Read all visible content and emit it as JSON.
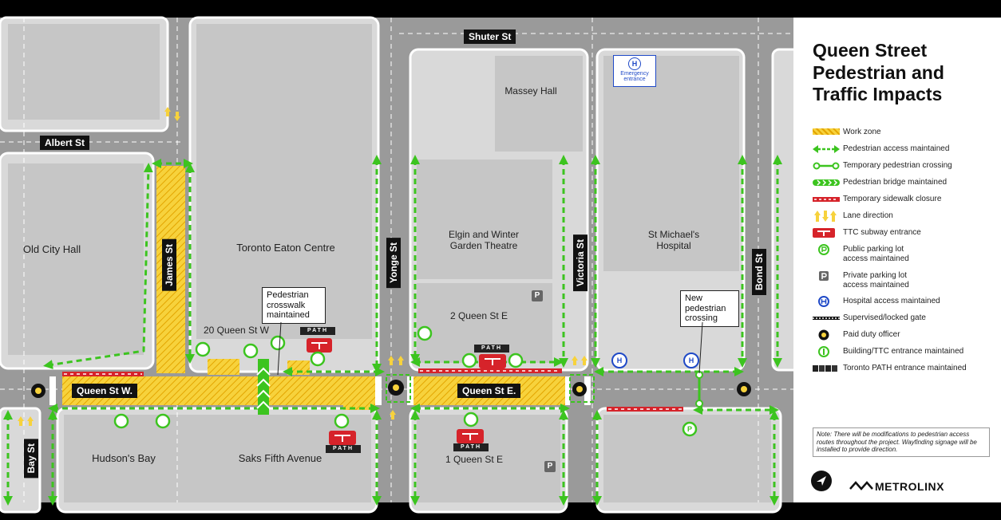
{
  "legend": {
    "title": "Queen Street Pedestrian and Traffic Impacts",
    "items": [
      {
        "label": "Work zone",
        "symbol": "work-zone"
      },
      {
        "label": "Pedestrian access maintained",
        "symbol": "ped-access"
      },
      {
        "label": "Temporary pedestrian crossing",
        "symbol": "temp-crossing"
      },
      {
        "label": "Pedestrian bridge maintained",
        "symbol": "ped-bridge"
      },
      {
        "label": "Temporary sidewalk closure",
        "symbol": "sidewalk-closure"
      },
      {
        "label": "Lane direction",
        "symbol": "lane-direction"
      },
      {
        "label": "TTC subway entrance",
        "symbol": "ttc-entrance"
      },
      {
        "label": "Public parking lot access maintained",
        "symbol": "public-parking"
      },
      {
        "label": "Private parking lot access maintained",
        "symbol": "private-parking"
      },
      {
        "label": "Hospital access maintained",
        "symbol": "hospital"
      },
      {
        "label": "Supervised/locked gate",
        "symbol": "gate"
      },
      {
        "label": "Paid duty officer",
        "symbol": "officer"
      },
      {
        "label": "Building/TTC entrance maintained",
        "symbol": "building-entrance"
      },
      {
        "label": "Toronto PATH entrance maintained",
        "symbol": "path-entrance"
      }
    ],
    "note": "Note: There will be modifications to pedestrian access routes throughout the project. Wayfinding signage will be installed to provide direction.",
    "brand": "METROLINX"
  },
  "streets": {
    "queen_w": "Queen St W.",
    "queen_e": "Queen St E.",
    "shuter": "Shuter St",
    "albert": "Albert St",
    "james": "James St",
    "yonge": "Yonge St",
    "victoria": "Victoria St",
    "bond": "Bond St",
    "bay": "Bay St"
  },
  "places": {
    "old_city_hall": "Old City Hall",
    "eaton_centre": "Toronto Eaton Centre",
    "twenty_queen": "20 Queen St W",
    "hudsons_bay": "Hudson's Bay",
    "saks": "Saks Fifth Avenue",
    "massey": "Massey Hall",
    "elgin": "Elgin and Winter Garden Theatre",
    "two_queen": "2 Queen St E",
    "one_queen": "1 Queen St E",
    "st_michaels": "St Michael's Hospital",
    "emergency": "Emergency entrance"
  },
  "callouts": {
    "ped_crosswalk": "Pedestrian crosswalk maintained",
    "new_crossing": "New pedestrian crossing"
  },
  "glyphs": {
    "parking": "P",
    "hospital": "H",
    "path": "PATH"
  },
  "colors": {
    "green": "#3cc41f",
    "yellow": "#f7d23c",
    "red": "#d6232a",
    "road": "#9a9a9a",
    "block": "#d9d9d9",
    "building": "#c8c8c8"
  }
}
